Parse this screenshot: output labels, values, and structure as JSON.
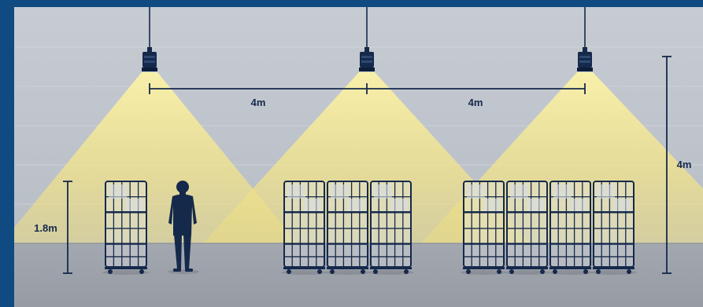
{
  "diagram": {
    "spacing_labels": [
      "4m",
      "4m"
    ],
    "mounting_height_label": "4m",
    "person_height_label": "1.8m",
    "lamp_count": 3,
    "cage_groups": [
      1,
      3,
      4
    ]
  },
  "colors": {
    "frame": "#0f4a80",
    "wall": "#bcc2ca",
    "floor": "#9ea3ab",
    "light": "#f3e58a",
    "ink": "#15294b"
  },
  "icons": [
    "pendant-lamp-icon",
    "roll-cage-icon",
    "person-silhouette-icon"
  ]
}
